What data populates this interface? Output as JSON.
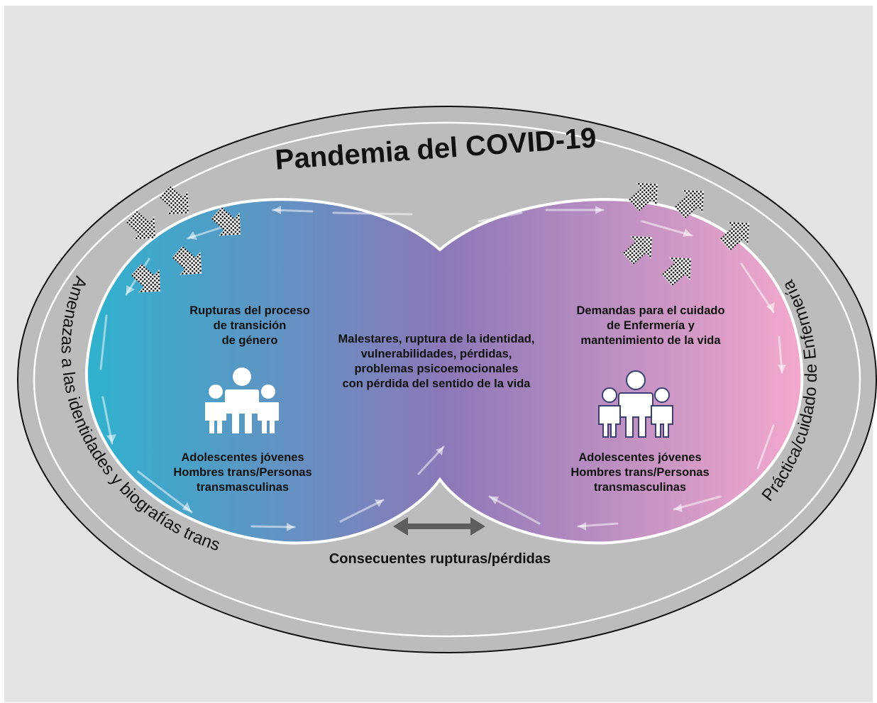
{
  "title": "Pandemia del COVID-19",
  "left_arc_label": "Amenazas a las identidades y biografías trans",
  "right_arc_label": "Práctica/cuidado de Enfermería",
  "left_lobe": {
    "heading_lines": [
      "Rupturas del proceso",
      "de transición",
      "de género"
    ],
    "population_lines": [
      "Adolescentes jóvenes",
      "Hombres trans/Personas",
      "transmasculinas"
    ]
  },
  "center": {
    "lines": [
      "Malestares, ruptura de la identidad,",
      "vulnerabilidades, pérdidas,",
      "problemas psicoemocionales",
      "con pérdida del sentido de la vida"
    ]
  },
  "right_lobe": {
    "heading_lines": [
      "Demandas para el cuidado",
      "de Enfermería y",
      "mantenimiento de la vida"
    ],
    "population_lines": [
      "Adolescentes jóvenes",
      "Hombres trans/Personas",
      "transmasculinas"
    ]
  },
  "bottom_label": "Consecuentes rupturas/pérdidas",
  "icons": {
    "left_group": "people-group-icon",
    "right_group": "people-group-icon",
    "inward_arrows": "dotted-arrow-icon",
    "outward_arrows": "dotted-arrow-icon",
    "bidirectional": "double-arrow-icon"
  },
  "colors": {
    "background": "#e4e4e4",
    "outer_ring": "#bcbcbd",
    "lobe_left": "#2fb2cf",
    "lobe_middle": "#8c78b8",
    "lobe_right": "#f3a9cc",
    "double_arrow": "#5c5f5e"
  }
}
